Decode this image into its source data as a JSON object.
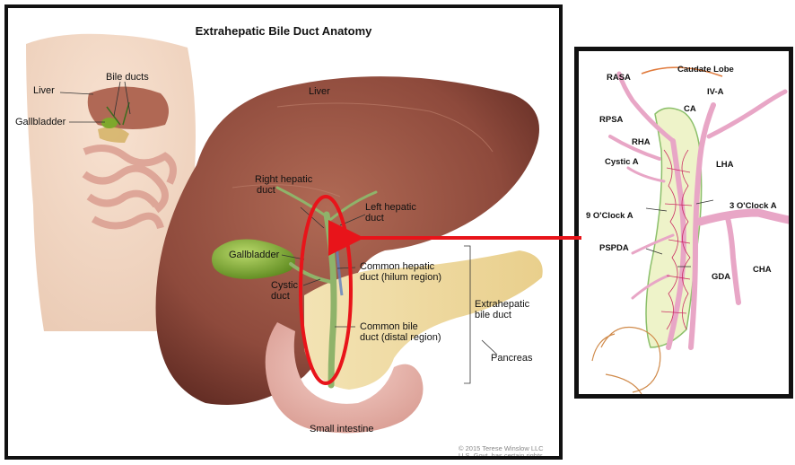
{
  "main_figure": {
    "title": "Extrahepatic Bile Duct Anatomy",
    "inset_labels": {
      "liver": "Liver",
      "bile_ducts": "Bile ducts",
      "gallbladder": "Gallbladder"
    },
    "labels": {
      "liver": "Liver",
      "right_hepatic_duct": [
        "Right hepatic",
        "duct"
      ],
      "left_hepatic_duct": [
        "Left hepatic",
        "duct"
      ],
      "gallbladder": "Gallbladder",
      "common_hepatic_duct": [
        "Common hepatic",
        "duct (hilum region)"
      ],
      "cystic_duct": [
        "Cystic",
        "duct"
      ],
      "extrahepatic_bile_duct": [
        "Extrahepatic",
        "bile duct"
      ],
      "common_bile_duct": [
        "Common bile",
        "duct (distal region)"
      ],
      "pancreas": "Pancreas",
      "small_intestine": "Small intestine"
    },
    "credit": [
      "© 2015 Terese Winslow LLC",
      "U.S. Govt. has certain rights"
    ]
  },
  "detail_figure": {
    "labels": {
      "caudate_lobe": "Caudate Lobe",
      "rasa": "RASA",
      "iv_a": "IV-A",
      "ca": "CA",
      "rpsa": "RPSA",
      "rha": "RHA",
      "cystic_a": "Cystic A",
      "lha": "LHA",
      "nine_oclock_a": "9 O'Clock A",
      "three_oclock_a": "3 O'Clock A",
      "pspda": "PSPDA",
      "cha": "CHA",
      "gda": "GDA"
    }
  },
  "colors": {
    "highlight_red": "#e8141a",
    "liver": "#8e4a3c",
    "gallbladder": "#7ea82c",
    "bile_duct_green": "#a9c98a",
    "pancreas": "#efd9a0",
    "intestine": "#e7b5ad",
    "artery_pink": "#e8a6c6",
    "artery_red": "#c81b5a",
    "duodenum_outline": "#d08a4a"
  }
}
